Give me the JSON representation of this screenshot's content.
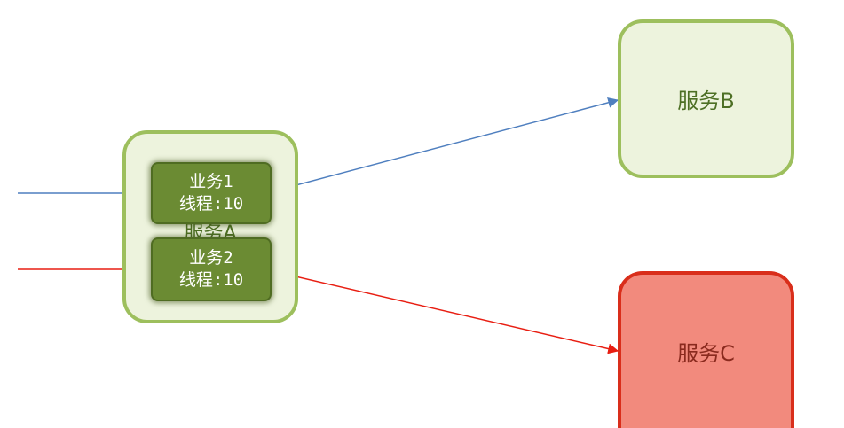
{
  "diagram": {
    "service_a": {
      "label": "服务A"
    },
    "service_b": {
      "label": "服务B"
    },
    "service_c": {
      "label": "服务C"
    },
    "business_1": {
      "title": "业务1",
      "threads": "线程:10"
    },
    "business_2": {
      "title": "业务2",
      "threads": "线程:10"
    }
  },
  "colors": {
    "healthy_fill": "#edf3dd",
    "healthy_border": "#9dbf5d",
    "business_fill": "#6b8b33",
    "failing_fill": "#f28a7d",
    "failing_border": "#d92e1b",
    "request_flow_1": "#4f7fbf",
    "request_flow_2": "#e81e12"
  }
}
